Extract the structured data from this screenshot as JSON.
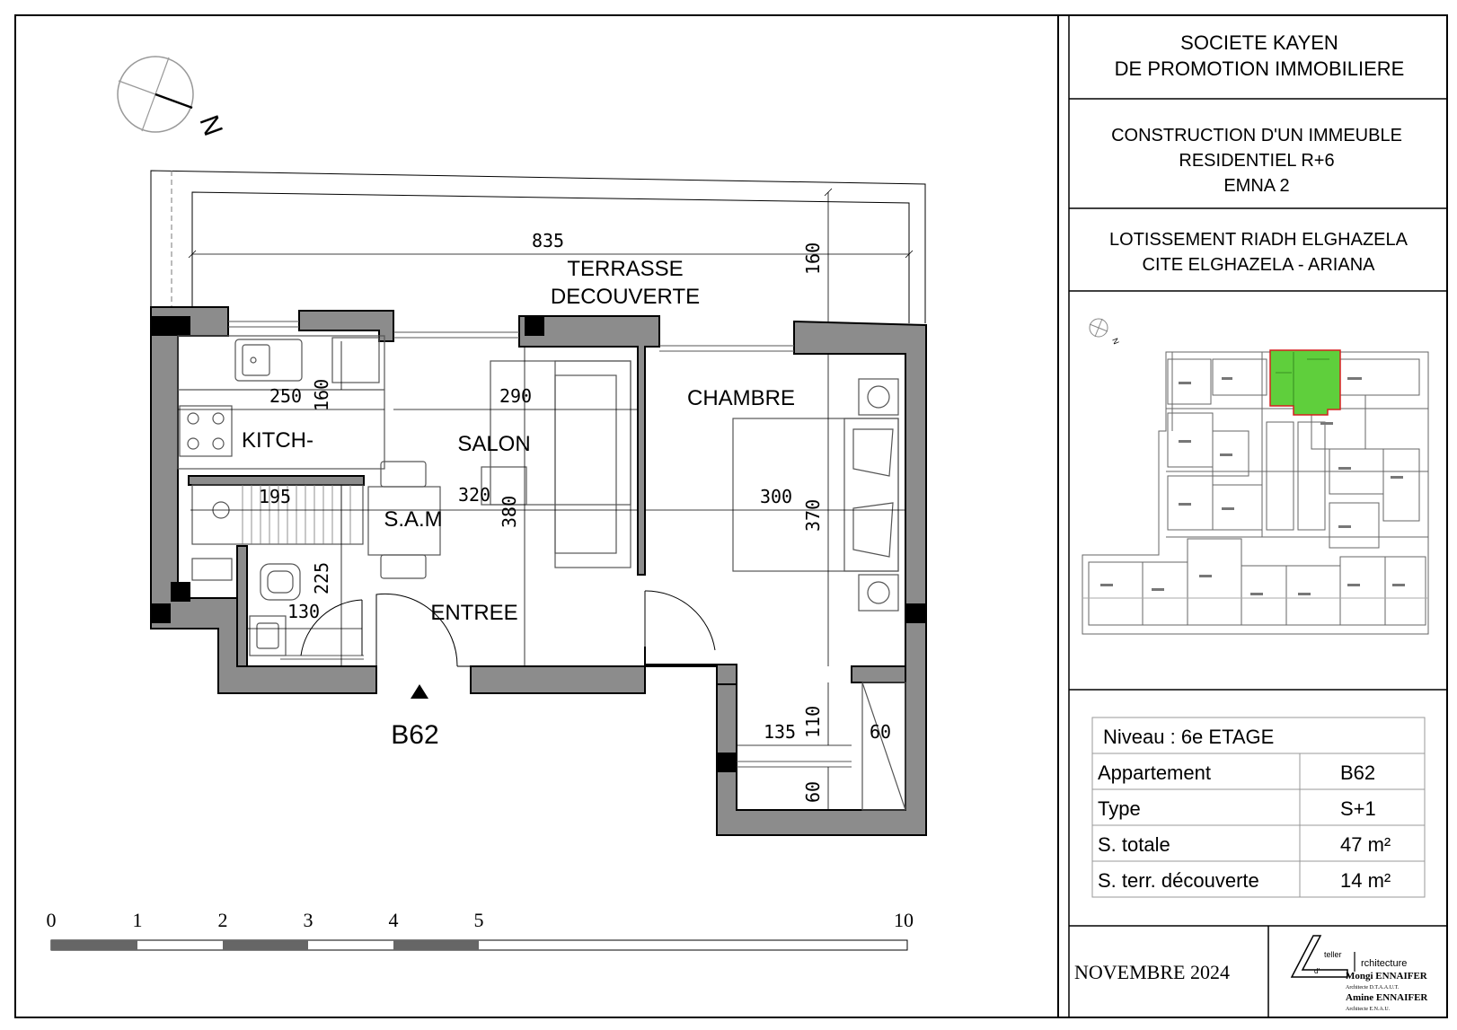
{
  "title_block": {
    "company": [
      "SOCIETE KAYEN",
      "DE PROMOTION IMMOBILIERE"
    ],
    "project": [
      "CONSTRUCTION  D'UN IMMEUBLE",
      "RESIDENTIEL  R+6",
      "EMNA  2"
    ],
    "location": [
      "LOTISSEMENT RIADH ELGHAZELA",
      "CITE ELGHAZELA - ARIANA"
    ],
    "level": "Niveau : 6e ETAGE",
    "specs": [
      {
        "label": "Appartement",
        "value": "B62"
      },
      {
        "label": "Type",
        "value": "S+1"
      },
      {
        "label": "S. totale",
        "value": "47 m²"
      },
      {
        "label": "S. terr. découverte",
        "value": "14 m²"
      }
    ],
    "date": "NOVEMBRE   2024",
    "architect": {
      "atelier_letter": "A",
      "atelier_small": "teller",
      "atelier_word": "rchitecture",
      "d": "d'",
      "name1": "Mongi ENNAIFER",
      "title1": "Architecte D.T.A.A.U.T.",
      "name2": "Amine ENNAIFER",
      "title2": "Architecte E.N.A.U."
    }
  },
  "plan": {
    "north": "N",
    "unit": "B62",
    "rooms": {
      "terrasse": [
        "TERRASSE",
        "DECOUVERTE"
      ],
      "chambre": "CHAMBRE",
      "kitchen": "KITCH-",
      "salon": "SALON",
      "sam": "S.A.M",
      "entree": "ENTREE"
    },
    "dimensions": {
      "d835": "835",
      "d160_terrace": "160",
      "d250": "250",
      "d160_kitchen": "160",
      "d290": "290",
      "d195": "195",
      "d320": "320",
      "d380": "380",
      "d300": "300",
      "d370": "370",
      "d225": "225",
      "d130": "130",
      "d135": "135",
      "d110": "110",
      "d60a": "60",
      "d60b": "60"
    },
    "scale_labels": [
      "0",
      "1",
      "2",
      "3",
      "4",
      "5",
      "10"
    ]
  },
  "keyplan": {
    "north": "N",
    "highlight_color": "#5fcf3c"
  },
  "colors": {
    "wall": "#8c8c8c",
    "highlight": "#5fcf3c"
  }
}
